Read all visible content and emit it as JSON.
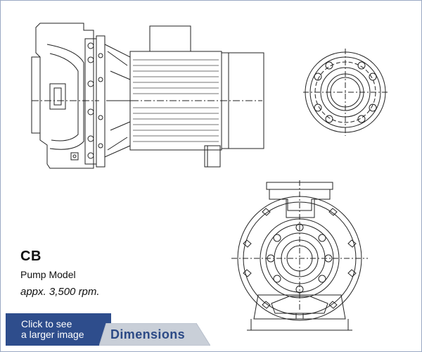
{
  "product": {
    "model_code": "CB",
    "model_label": "Pump Model",
    "speed": "appx. 3,500 rpm."
  },
  "actions": {
    "larger_image_line1": "Click to see",
    "larger_image_line2": "a larger image",
    "dimensions_label": "Dimensions"
  },
  "colors": {
    "accent": "#2e4d8c",
    "tab_gray": "#c9cfd8",
    "line": "#222222"
  }
}
